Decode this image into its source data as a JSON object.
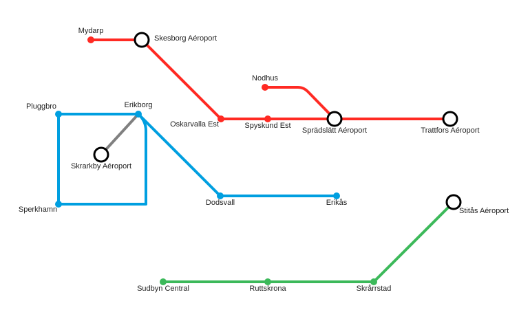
{
  "lines": {
    "red": {
      "color": "#ff2a23"
    },
    "blue": {
      "color": "#009fe0"
    },
    "green": {
      "color": "#3cb95a"
    },
    "gray": {
      "color": "#808080"
    }
  },
  "stations": {
    "mydarp": "Mydarp",
    "skesborg": "Skesborg Aéroport",
    "nodhus": "Nodhus",
    "oskarvalla": "Oskarvalla Est",
    "spyskund": "Spyskund Est",
    "spradslatt": "Sprädslätt Aéroport",
    "trattfors": "Trattfors Aéroport",
    "pluggbro": "Pluggbro",
    "erikborg": "Erikborg",
    "skrarkby": "Skrarkby Aéroport",
    "sperkhamn": "Sperkhamn",
    "dodsvall": "Dodsvall",
    "erikas": "Erikås",
    "stitas": "Stitås Aéroport",
    "sudbyn": "Sudbyn Central",
    "ruttskrona": "Ruttskrona",
    "skrarrstad": "Skrårrstad"
  }
}
